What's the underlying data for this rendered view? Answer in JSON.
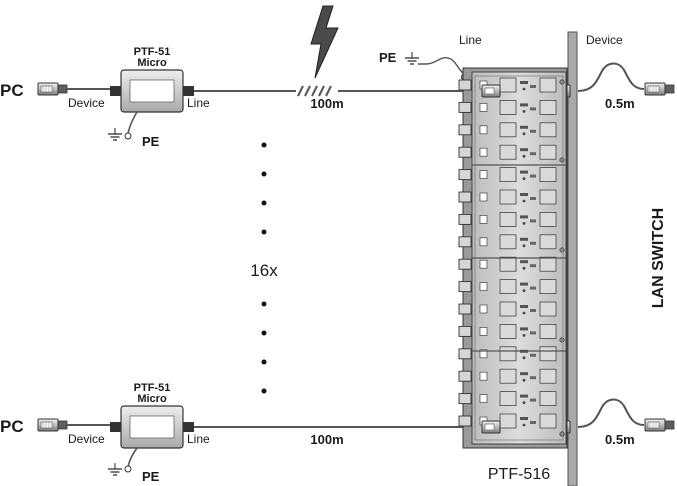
{
  "pc_label": "PC",
  "protector": {
    "model": "PTF-51",
    "variant": "Micro",
    "device_label": "Device",
    "line_label": "Line",
    "pe_label": "PE"
  },
  "cable_length_label": "100m",
  "patch_length_label": "0.5m",
  "count_label": "16x",
  "panel": {
    "model": "PTF-516",
    "line_label": "Line",
    "pe_label": "PE"
  },
  "switch": {
    "label": "LAN SWITCH",
    "device_label": "Device"
  },
  "colors": {
    "line": "#555555",
    "panel": "#c9c9c9",
    "panel_dark": "#8a8a8a",
    "switch": "#a8a8a8"
  }
}
